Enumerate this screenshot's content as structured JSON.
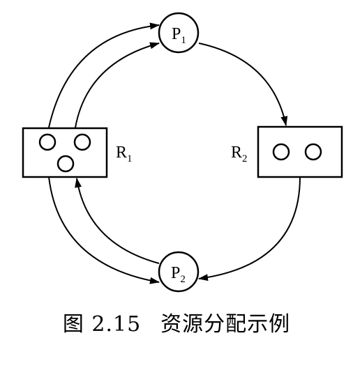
{
  "diagram": {
    "nodes": {
      "p1": {
        "letter": "P",
        "sub": "1"
      },
      "p2": {
        "letter": "P",
        "sub": "2"
      },
      "r1": {
        "letter": "R",
        "sub": "1",
        "instances": 3
      },
      "r2": {
        "letter": "R",
        "sub": "2",
        "instances": 2
      }
    },
    "edges": [
      {
        "from": "r1",
        "to": "p1",
        "kind": "assignment"
      },
      {
        "from": "r1",
        "to": "p1",
        "kind": "assignment"
      },
      {
        "from": "p1",
        "to": "r2",
        "kind": "request"
      },
      {
        "from": "r2",
        "to": "p2",
        "kind": "assignment"
      },
      {
        "from": "r1",
        "to": "p2",
        "kind": "assignment"
      },
      {
        "from": "p2",
        "to": "r1",
        "kind": "request"
      }
    ]
  },
  "caption": {
    "figure_number": "图 2.15",
    "title": "资源分配示例"
  }
}
